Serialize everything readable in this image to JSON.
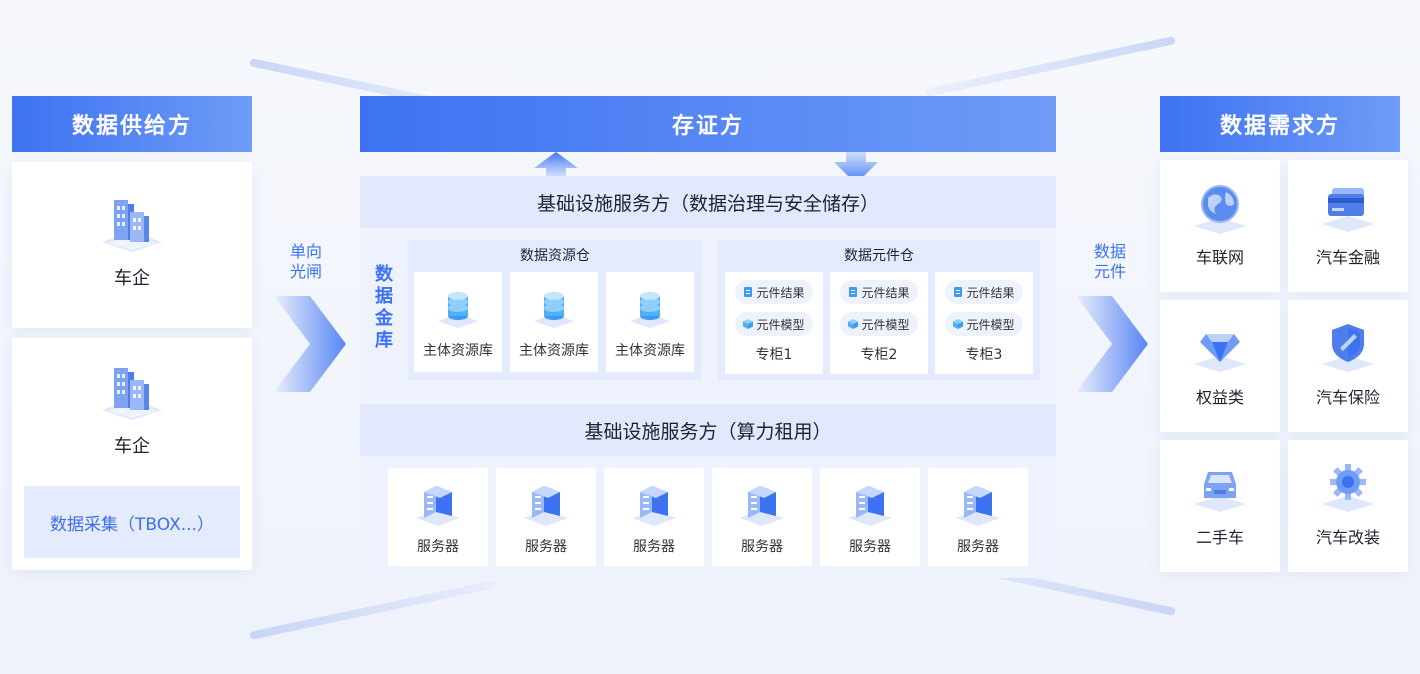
{
  "supplier": {
    "title": "数据供给方",
    "companies": [
      {
        "name": "车企"
      },
      {
        "name": "车企",
        "collect": "数据采集（TBOX...）"
      }
    ]
  },
  "flow": {
    "gate_line1": "单向",
    "gate_line2": "光闸",
    "element_line1": "数据",
    "element_line2": "元件"
  },
  "center": {
    "title": "存证方",
    "section1": "基础设施服务方（数据治理与安全储存）",
    "vault_label": [
      "数",
      "据",
      "金",
      "库"
    ],
    "resource_warehouse": {
      "title": "数据资源仓",
      "items": [
        "主体资源库",
        "主体资源库",
        "主体资源库"
      ]
    },
    "element_warehouse": {
      "title": "数据元件仓",
      "cabinets": [
        {
          "result": "元件结果",
          "model": "元件模型",
          "name": "专柜1"
        },
        {
          "result": "元件结果",
          "model": "元件模型",
          "name": "专柜2"
        },
        {
          "result": "元件结果",
          "model": "元件模型",
          "name": "专柜3"
        }
      ]
    },
    "section2": "基础设施服务方（算力租用）",
    "servers": [
      "服务器",
      "服务器",
      "服务器",
      "服务器",
      "服务器",
      "服务器"
    ]
  },
  "demand": {
    "title": "数据需求方",
    "items": [
      {
        "label": "车联网",
        "icon": "globe-icon"
      },
      {
        "label": "汽车金融",
        "icon": "credit-card-icon"
      },
      {
        "label": "权益类",
        "icon": "diamond-icon"
      },
      {
        "label": "汽车保险",
        "icon": "shield-icon"
      },
      {
        "label": "二手车",
        "icon": "car-icon"
      },
      {
        "label": "汽车改装",
        "icon": "gear-icon"
      }
    ]
  },
  "colors": {
    "accent": "#3d72f2",
    "accent_light": "#6e9cf7",
    "panel_bg": "#eef2fd",
    "section_bg": "#e2e9fc"
  }
}
